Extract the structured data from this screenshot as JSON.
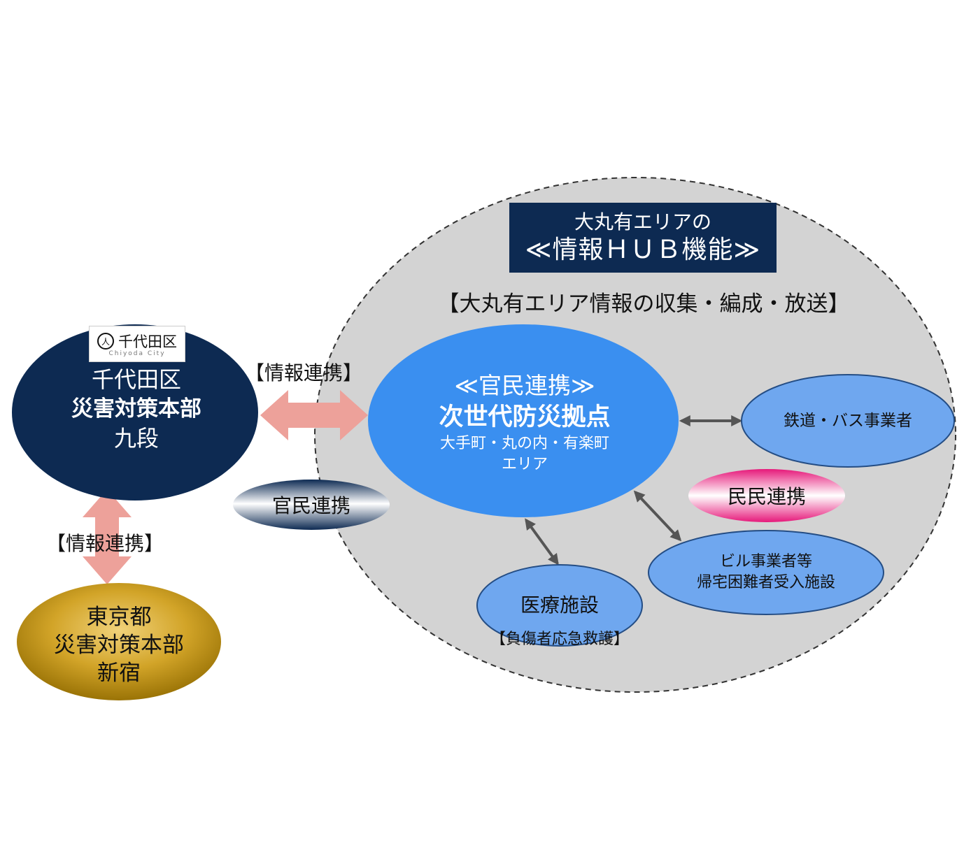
{
  "hub": {
    "line1": "大丸有エリアの",
    "line2": "≪情報ＨＵＢ機能≫",
    "subtitle": "【大丸有エリア情報の収集・編成・放送】"
  },
  "chiyoda": {
    "logo_name": "千代田区",
    "logo_en": "Chiyoda City",
    "line1": "千代田区",
    "line2": "災害対策本部",
    "line3": "九段"
  },
  "tokyo": {
    "line1": "東京都",
    "line2": "災害対策本部",
    "line3": "新宿"
  },
  "link_top_label": "【情報連携】",
  "link_left_label": "【情報連携】",
  "kanmin_label": "官民連携",
  "minmin_label": "民民連携",
  "center": {
    "line1": "≪官民連携≫",
    "line2": "次世代防災拠点",
    "line3": "大手町・丸の内・有楽町",
    "line4": "エリア"
  },
  "nodes": {
    "rail": "鉄道・バス事業者",
    "building_line1": "ビル事業者等",
    "building_line2": "帰宅困難者受入施設",
    "medical": "医療施設",
    "medical_sub": "【負傷者応急救護】"
  },
  "colors": {
    "navy": "#0d2a52",
    "gold": "#caa01a",
    "center_blue": "#3a8ff0",
    "node_blue": "#6fa7ef",
    "area_gray": "#d3d3d3",
    "pink_arrow": "#eda19a",
    "magenta": "#e6197a"
  }
}
